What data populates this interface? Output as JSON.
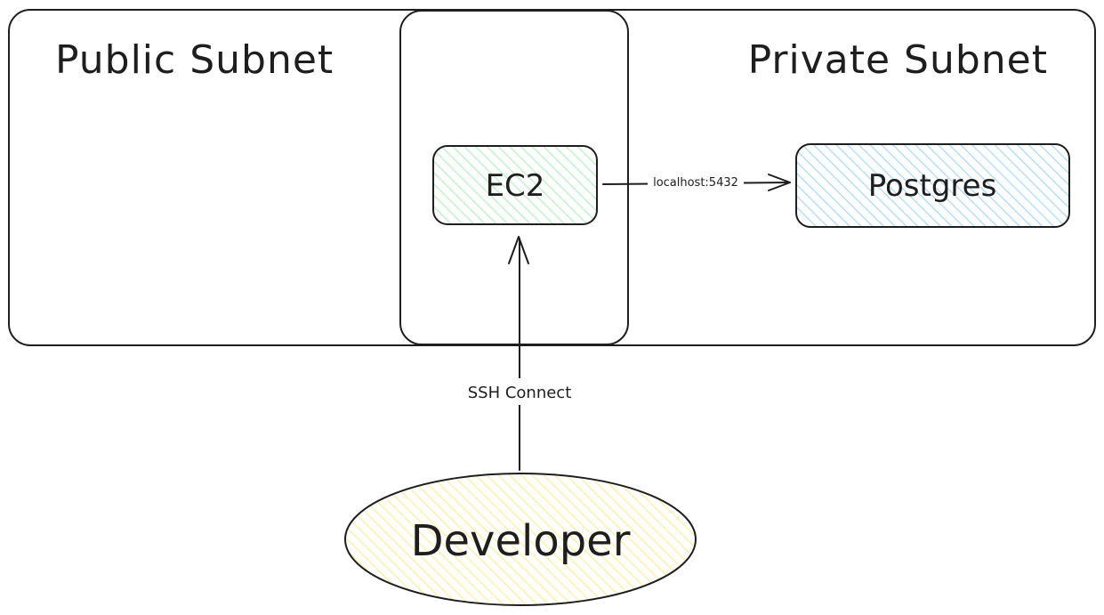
{
  "regions": {
    "public_subnet": {
      "label": "Public Subnet"
    },
    "private_subnet": {
      "label": "Private Subnet"
    }
  },
  "nodes": {
    "ec2": {
      "label": "EC2",
      "fill_color": "#b2f2bb"
    },
    "postgres": {
      "label": "Postgres",
      "fill_color": "#a5d8ff"
    },
    "developer": {
      "label": "Developer",
      "fill_color": "#ffec99"
    }
  },
  "edges": {
    "ssh": {
      "label": "SSH Connect"
    },
    "db_tunnel": {
      "label": "localhost:5432"
    }
  },
  "colors": {
    "stroke": "#1e1e1e",
    "background": "#ffffff"
  }
}
